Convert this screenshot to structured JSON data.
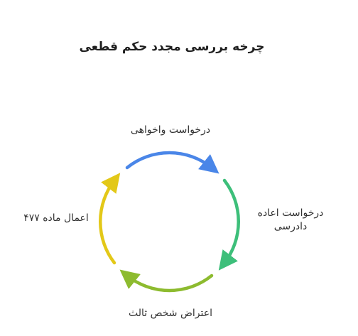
{
  "title": "چرخه بررسی مجدد حکم قطعی",
  "steps": [
    {
      "label": "درخواست واخواهی",
      "color": "#4a86e8"
    },
    {
      "label": "درخواست اعاده دادرسی",
      "color": "#3dbf7a"
    },
    {
      "label": "اعتراض شخص ثالث",
      "color": "#8dbb2f"
    },
    {
      "label": "اعمال ماده ۴۷۷",
      "color": "#e3c818"
    }
  ]
}
